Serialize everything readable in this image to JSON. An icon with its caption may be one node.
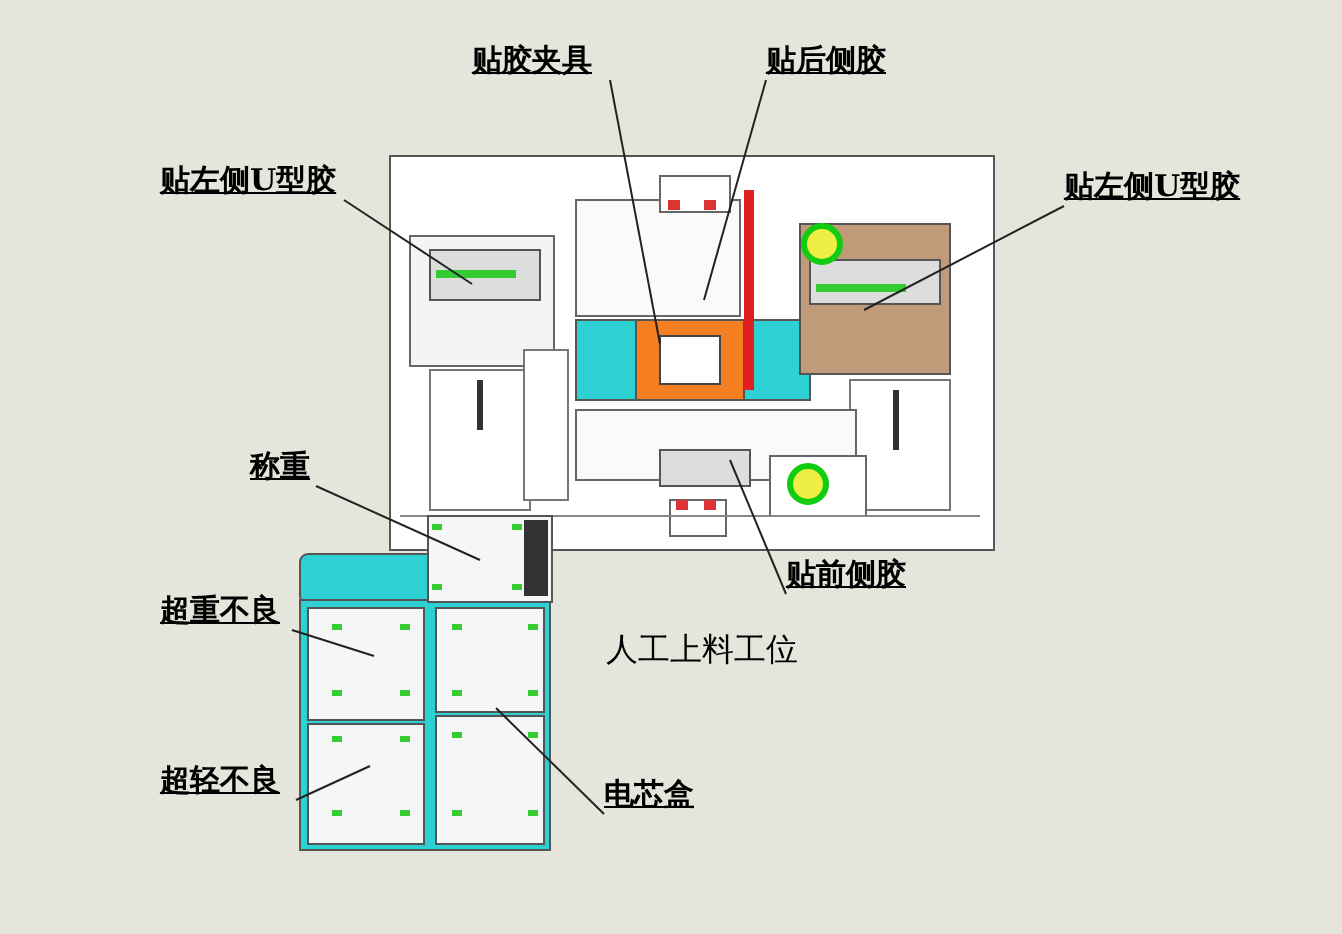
{
  "diagram": {
    "nodes": [
      {
        "text": [
          "贴胶夹具"
        ]
      },
      {
        "text": [
          "贴后侧胶"
        ]
      },
      {
        "text": [
          "贴左侧U型胶"
        ]
      },
      {
        "text": [
          "贴左侧U型胶"
        ]
      },
      {
        "text": [
          "称重"
        ]
      },
      {
        "text": [
          "贴前侧胶"
        ]
      },
      {
        "text": [
          "超重不良"
        ]
      },
      {
        "text": [
          "超轻不良"
        ]
      },
      {
        "text": [
          "电芯盒"
        ]
      }
    ],
    "edges": [
      {
        "from": 0,
        "to": null,
        "arrow": "none"
      },
      {
        "from": 1,
        "to": null,
        "arrow": "none"
      },
      {
        "from": 2,
        "to": null,
        "arrow": "none"
      },
      {
        "from": 3,
        "to": null,
        "arrow": "none"
      },
      {
        "from": 4,
        "to": null,
        "arrow": "none"
      },
      {
        "from": 5,
        "to": null,
        "arrow": "none"
      },
      {
        "from": 6,
        "to": null,
        "arrow": "none"
      },
      {
        "from": 7,
        "to": null,
        "arrow": "none"
      },
      {
        "from": 8,
        "to": null,
        "arrow": "none"
      }
    ],
    "labels": [
      "人工上料工位"
    ]
  }
}
